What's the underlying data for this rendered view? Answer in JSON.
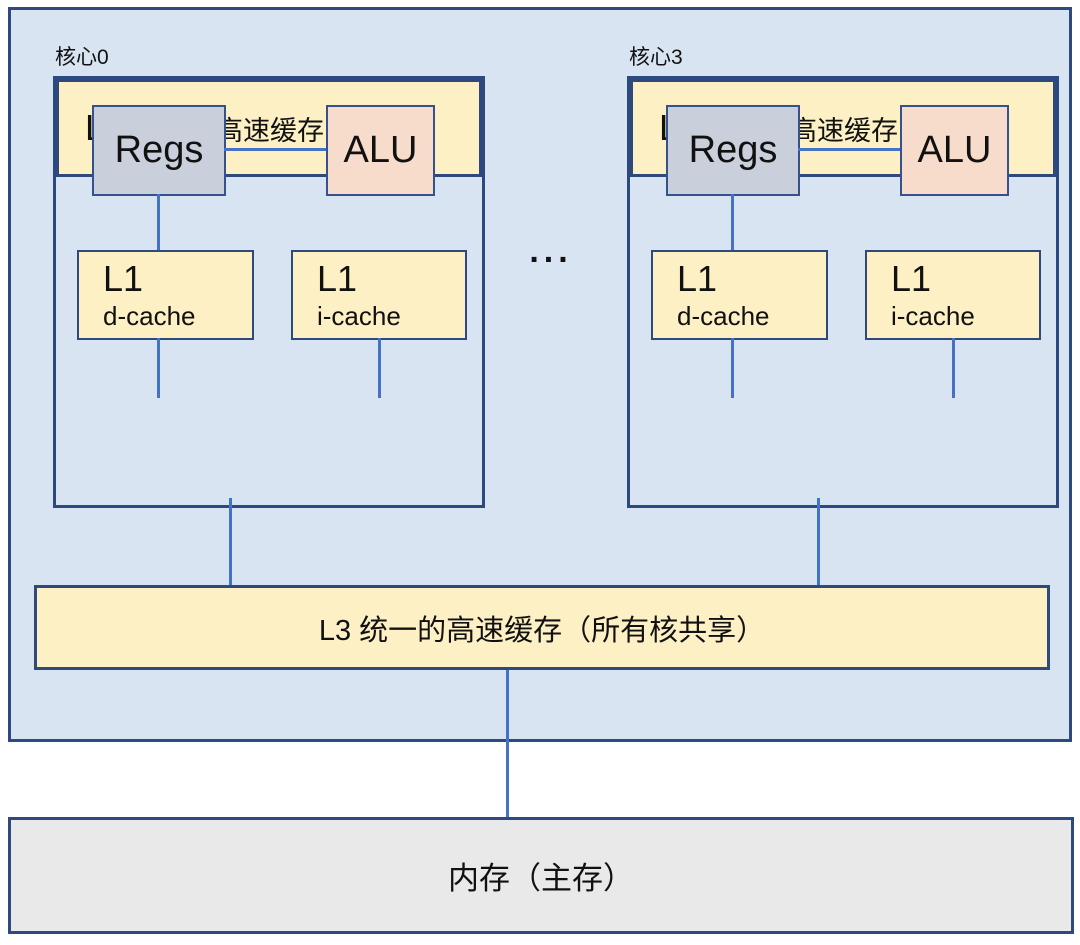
{
  "diagram": {
    "cores": [
      {
        "label": "核心0",
        "regs": "Regs",
        "alu": "ALU",
        "l1d": {
          "line1": "L1",
          "line2": "d-cache"
        },
        "l1i": {
          "line1": "L1",
          "line2": "i-cache"
        },
        "l2": {
          "big": "L2",
          "rest": "统一的高速缓存"
        }
      },
      {
        "label": "核心3",
        "regs": "Regs",
        "alu": "ALU",
        "l1d": {
          "line1": "L1",
          "line2": "d-cache"
        },
        "l1i": {
          "line1": "L1",
          "line2": "i-cache"
        },
        "l2": {
          "big": "L2",
          "rest": "统一的高速缓存"
        }
      }
    ],
    "ellipsis": "...",
    "l3_label": "L3 统一的高速缓存（所有核共享）",
    "memory_label": "内存（主存）",
    "colors": {
      "package_fill": "#d8e4f1",
      "package_border": "#2d4a80",
      "cache_fill": "#fdf0c5",
      "regs_fill": "#c9cfdb",
      "alu_fill": "#f8dccb",
      "memory_fill": "#e9e9e9",
      "connector": "#4472c4"
    }
  }
}
